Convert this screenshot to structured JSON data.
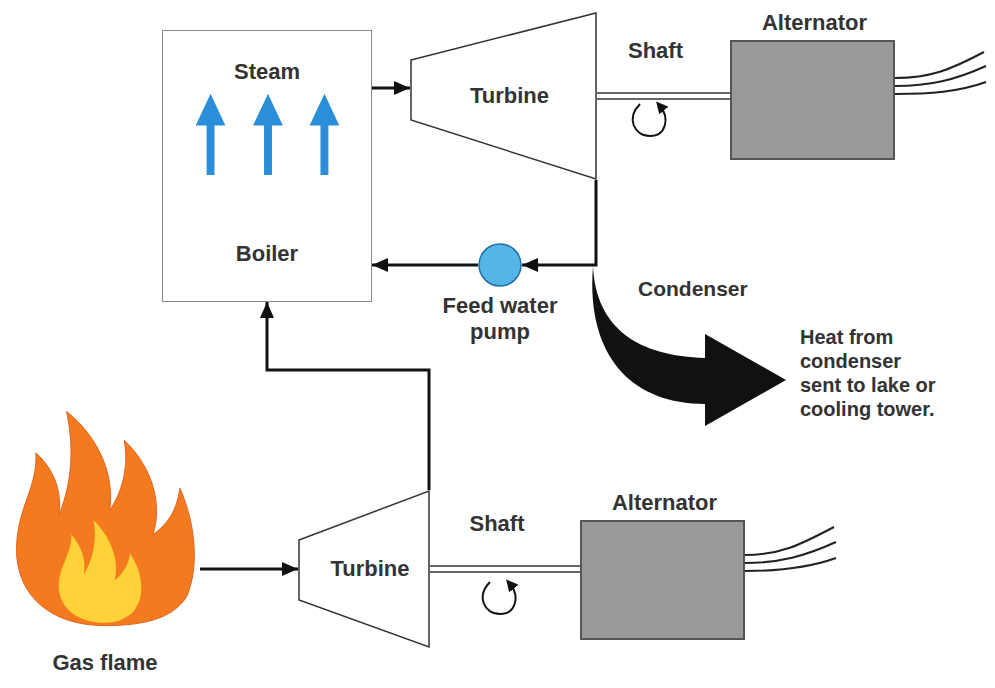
{
  "diagram": {
    "nodes": [
      {
        "text": [
          "Steam",
          "Boiler"
        ]
      },
      {
        "text": [
          "Turbine"
        ]
      },
      {
        "text": [
          "Alternator"
        ]
      },
      {
        "text": [
          "Feed water pump"
        ]
      },
      {
        "text": [
          "Gas flame"
        ]
      },
      {
        "text": [
          "Turbine"
        ]
      },
      {
        "text": [
          "Alternator"
        ]
      }
    ],
    "edges": [
      {
        "from": 0,
        "to": 1,
        "arrow": "to"
      },
      {
        "from": 1,
        "to": 2,
        "arrow": "none",
        "label": "Shaft"
      },
      {
        "from": 1,
        "to": 3,
        "arrow": "to"
      },
      {
        "from": 3,
        "to": 0,
        "arrow": "to"
      },
      {
        "from": 4,
        "to": 5,
        "arrow": "to"
      },
      {
        "from": 5,
        "to": 0,
        "arrow": "to"
      },
      {
        "from": 5,
        "to": 6,
        "arrow": "none",
        "label": "Shaft"
      }
    ],
    "labels": [
      "Condenser",
      "Heat from condenser sent to lake or cooling tower."
    ]
  }
}
